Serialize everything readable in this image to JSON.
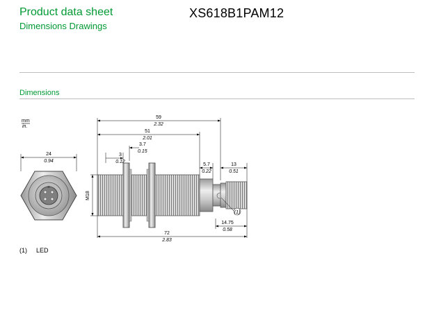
{
  "header": {
    "title": "Product data sheet",
    "subtitle": "Dimensions Drawings",
    "reference": "XS618B1PAM12"
  },
  "section": {
    "title": "Dimensions"
  },
  "units": {
    "metric": "mm",
    "imperial": "in."
  },
  "dimensions": {
    "d59": {
      "mm": "59",
      "in": "2.32"
    },
    "d51": {
      "mm": "51",
      "in": "2.01"
    },
    "d3": {
      "mm": "3",
      "in": "0.12"
    },
    "d37": {
      "mm": "3.7",
      "in": "0.15"
    },
    "d57": {
      "mm": "5.7",
      "in": "0.22"
    },
    "d13": {
      "mm": "13",
      "in": "0.51"
    },
    "d24": {
      "mm": "24",
      "in": "0.94"
    },
    "m18": "M18",
    "d1475": {
      "mm": "14.75",
      "in": "0.58"
    },
    "d72": {
      "mm": "72",
      "in": "2.83"
    },
    "led_marker": "(1)"
  },
  "notes": [
    {
      "marker": "(1)",
      "text": "LED"
    }
  ],
  "colors": {
    "brand_green": "#009933",
    "rule_gray": "#bdbdbd"
  }
}
